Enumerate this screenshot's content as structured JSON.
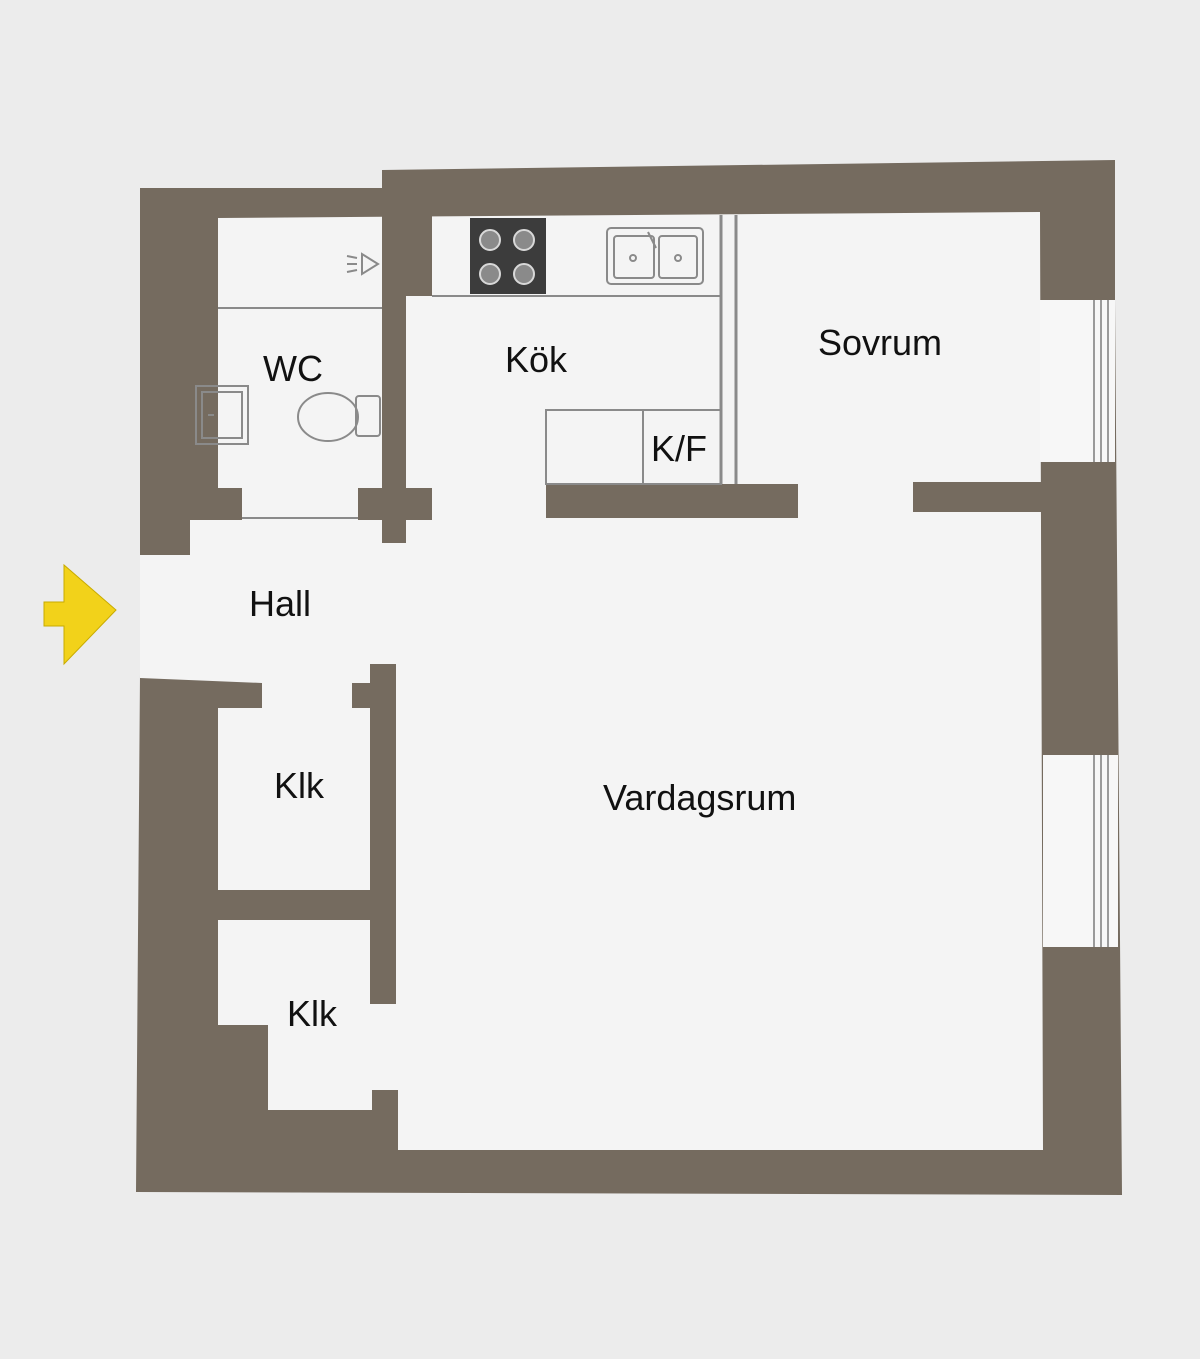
{
  "colors": {
    "background": "#ececec",
    "wall": "#756b5f",
    "floor": "#f4f4f4",
    "fixture_line": "#8a8a8a",
    "stove": "#3c3c3c",
    "entrance_arrow": "#f2d21a"
  },
  "rooms": {
    "wc": "WC",
    "kok": "Kök",
    "kf": "K/F",
    "sovrum": "Sovrum",
    "hall": "Hall",
    "klk_upper": "Klk",
    "klk_lower": "Klk",
    "vardagsrum": "Vardagsrum"
  },
  "icons": {
    "entrance": "entrance-arrow-icon",
    "stove": "stove-icon",
    "sink": "kitchen-sink-icon",
    "toilet": "toilet-icon",
    "washbasin": "washbasin-icon",
    "shower": "shower-icon"
  }
}
